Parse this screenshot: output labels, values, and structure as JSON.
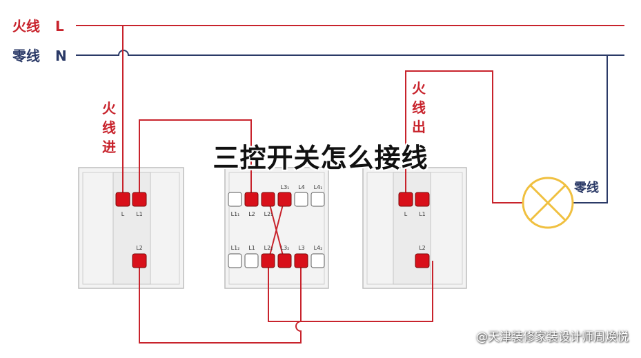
{
  "headline": "三控开关怎么接线",
  "wires": {
    "live_label": "火线",
    "live_letter": "L",
    "neutral_label": "零线",
    "neutral_letter": "N",
    "live_in_label": [
      "火",
      "线",
      "进"
    ],
    "live_out_label": [
      "火",
      "线",
      "出"
    ],
    "lamp_neutral_label": "零线"
  },
  "switch_left": {
    "top": [
      "L",
      "L1"
    ],
    "bottom": "L2"
  },
  "switch_middle": {
    "top": [
      "L1₁",
      "L2",
      "L2₁",
      "L3₁",
      "L4",
      "L4₁"
    ],
    "bottom": [
      "L1₂",
      "L1",
      "L2₂",
      "L3₂",
      "L3",
      "L4₂"
    ]
  },
  "switch_right": {
    "top": [
      "L",
      "L1"
    ],
    "bottom": "L2"
  },
  "watermark": "@天津装修家装设计师周焕悦",
  "colors": {
    "live": "#c8232c",
    "neutral": "#2b3a67",
    "terminal": "#d8101a",
    "lamp": "#f0c040"
  }
}
